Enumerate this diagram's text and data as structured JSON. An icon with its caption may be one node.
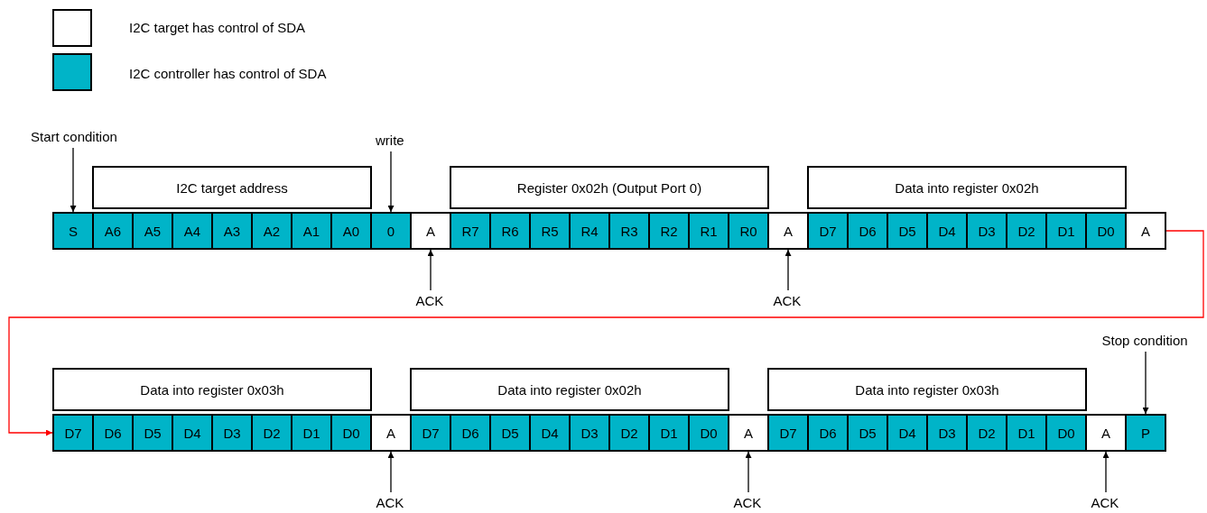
{
  "diagram": {
    "nodes": [
      {
        "text": [
          "Start condition"
        ]
      },
      {
        "text": [
          "write"
        ]
      },
      {
        "text": [
          "I2C target address"
        ]
      },
      {
        "text": [
          "Register 0x02h (Output Port 0)"
        ]
      },
      {
        "text": [
          "Data into register 0x02h"
        ]
      },
      {
        "text": [
          "S"
        ]
      },
      {
        "text": [
          "A6"
        ]
      },
      {
        "text": [
          "A5"
        ]
      },
      {
        "text": [
          "A4"
        ]
      },
      {
        "text": [
          "A3"
        ]
      },
      {
        "text": [
          "A2"
        ]
      },
      {
        "text": [
          "A1"
        ]
      },
      {
        "text": [
          "A0"
        ]
      },
      {
        "text": [
          "0"
        ]
      },
      {
        "text": [
          "A"
        ]
      },
      {
        "text": [
          "R7"
        ]
      },
      {
        "text": [
          "R6"
        ]
      },
      {
        "text": [
          "R5"
        ]
      },
      {
        "text": [
          "R4"
        ]
      },
      {
        "text": [
          "R3"
        ]
      },
      {
        "text": [
          "R2"
        ]
      },
      {
        "text": [
          "R1"
        ]
      },
      {
        "text": [
          "R0"
        ]
      },
      {
        "text": [
          "A"
        ]
      },
      {
        "text": [
          "D7"
        ]
      },
      {
        "text": [
          "D6"
        ]
      },
      {
        "text": [
          "D5"
        ]
      },
      {
        "text": [
          "D4"
        ]
      },
      {
        "text": [
          "D3"
        ]
      },
      {
        "text": [
          "D2"
        ]
      },
      {
        "text": [
          "D1"
        ]
      },
      {
        "text": [
          "D0"
        ]
      },
      {
        "text": [
          "A"
        ]
      },
      {
        "text": [
          "ACK"
        ]
      },
      {
        "text": [
          "ACK"
        ]
      },
      {
        "text": [
          "Stop condition"
        ]
      },
      {
        "text": [
          "Data into register 0x03h"
        ]
      },
      {
        "text": [
          "Data into register 0x02h"
        ]
      },
      {
        "text": [
          "Data into register 0x03h"
        ]
      },
      {
        "text": [
          "D7"
        ]
      },
      {
        "text": [
          "D6"
        ]
      },
      {
        "text": [
          "D5"
        ]
      },
      {
        "text": [
          "D4"
        ]
      },
      {
        "text": [
          "D3"
        ]
      },
      {
        "text": [
          "D2"
        ]
      },
      {
        "text": [
          "D1"
        ]
      },
      {
        "text": [
          "D0"
        ]
      },
      {
        "text": [
          "A"
        ]
      },
      {
        "text": [
          "D7"
        ]
      },
      {
        "text": [
          "D6"
        ]
      },
      {
        "text": [
          "D5"
        ]
      },
      {
        "text": [
          "D4"
        ]
      },
      {
        "text": [
          "D3"
        ]
      },
      {
        "text": [
          "D2"
        ]
      },
      {
        "text": [
          "D1"
        ]
      },
      {
        "text": [
          "D0"
        ]
      },
      {
        "text": [
          "A"
        ]
      },
      {
        "text": [
          "D7"
        ]
      },
      {
        "text": [
          "D6"
        ]
      },
      {
        "text": [
          "D5"
        ]
      },
      {
        "text": [
          "D4"
        ]
      },
      {
        "text": [
          "D3"
        ]
      },
      {
        "text": [
          "D2"
        ]
      },
      {
        "text": [
          "D1"
        ]
      },
      {
        "text": [
          "D0"
        ]
      },
      {
        "text": [
          "A"
        ]
      },
      {
        "text": [
          "P"
        ]
      },
      {
        "text": [
          "ACK"
        ]
      },
      {
        "text": [
          "ACK"
        ]
      },
      {
        "text": [
          "ACK"
        ]
      }
    ],
    "edges": [
      {
        "from": 0,
        "to": 5,
        "arrow": "to"
      },
      {
        "from": 1,
        "to": 13,
        "arrow": "to"
      },
      {
        "from": 33,
        "to": 14,
        "arrow": "to"
      },
      {
        "from": 34,
        "to": 23,
        "arrow": "to"
      },
      {
        "from": 32,
        "to": 39,
        "arrow": "to",
        "color": "#ff0000"
      },
      {
        "from": 35,
        "to": 66,
        "arrow": "to"
      },
      {
        "from": 67,
        "to": 47,
        "arrow": "to"
      },
      {
        "from": 68,
        "to": 56,
        "arrow": "to"
      },
      {
        "from": 69,
        "to": 65,
        "arrow": "to"
      }
    ],
    "legend": [
      {
        "text": "I2C target has control of SDA",
        "color": "#ffffff"
      },
      {
        "text": "I2C controller has control of SDA",
        "color": "#00b4c8"
      }
    ]
  }
}
